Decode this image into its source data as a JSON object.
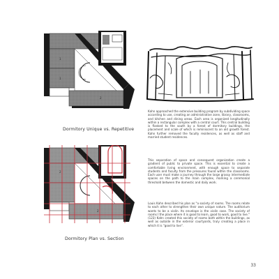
{
  "figures": {
    "top_plan": {
      "caption": "Dormitory Unique vs. Repetitive"
    },
    "bottom_plan": {
      "caption": "Dormitory Plan vs. Section"
    },
    "sketch": {
      "caption": ""
    }
  },
  "paragraphs": [
    "Kahn approached the extensive building program by subdividing space according to use, creating an administrative zone, library, classrooms, and kitchen and dining areas. Each area is organized longitudinally within a rectangular complex with a central court. This central building is flanked to the south by a forest of dormitory buildings, the placement and scale of which is reminiscent to an old growth forest. Kahn further removed the faculty residences, as well as staff and married student residences.",
    "This separation of space and consequent organization create a gradient of public to private space. This is essential to create a comfortable living environment, with enough space to separate students and faculty from the pressures found within the classrooms. Each user must make a journey through the large grassy intermediate spaces on the path to the main complex, marking a ceremonial threshold between the domestic and daily work.",
    "Louis Kahn described his plan as \"a society of rooms. The rooms relate to each other to strengthen their own unique nature. The auditorium wants to be a violin. Its envelope is the violin case. The society of rooms I the place where it is good to learn, good to work, good to live.\" (123) Kahn created this society of rooms both within the buildings, as well as outside in the exterior courtyards, truly creating a place in which it is \"good to live\"."
  ],
  "page_number": "33",
  "colors": {
    "hatch": "#8c8c8c",
    "dark": "#1a1a1a",
    "red": "#c8323c"
  }
}
